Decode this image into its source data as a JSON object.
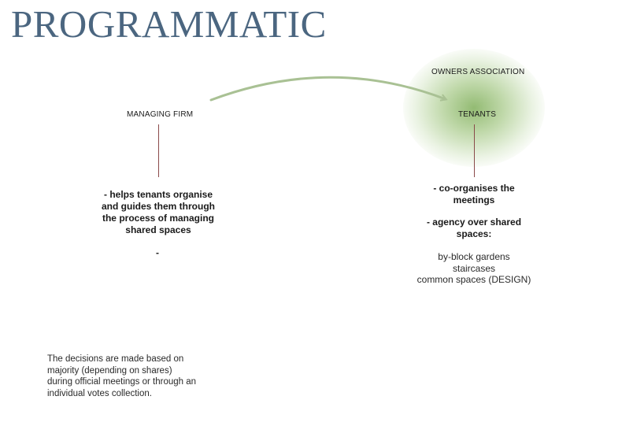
{
  "title": "PROGRAMMATIC",
  "nodes": {
    "owners_association": "OWNERS ASSOCIATION",
    "tenants": "TENANTS",
    "managing_firm": "MANAGING FIRM"
  },
  "managing_firm": {
    "description_lines": [
      "- helps tenants organise",
      "and guides them through",
      "the process of managing",
      "shared spaces"
    ],
    "dash": "-"
  },
  "tenants": {
    "role_lines": [
      "- co-organises the",
      "meetings"
    ],
    "agency_lines": [
      "- agency over shared",
      "spaces:"
    ],
    "spaces": [
      "by-block gardens",
      "staircases",
      "common spaces (DESIGN)"
    ]
  },
  "decision_note": [
    "The decisions are made based on",
    "majority (depending on shares)",
    "during official meetings or through an",
    "individual votes collection."
  ],
  "colors": {
    "title": "#4b6680",
    "arrow": "#a9c194",
    "glow": "#7aab52",
    "connector": "#8a4a4a"
  }
}
